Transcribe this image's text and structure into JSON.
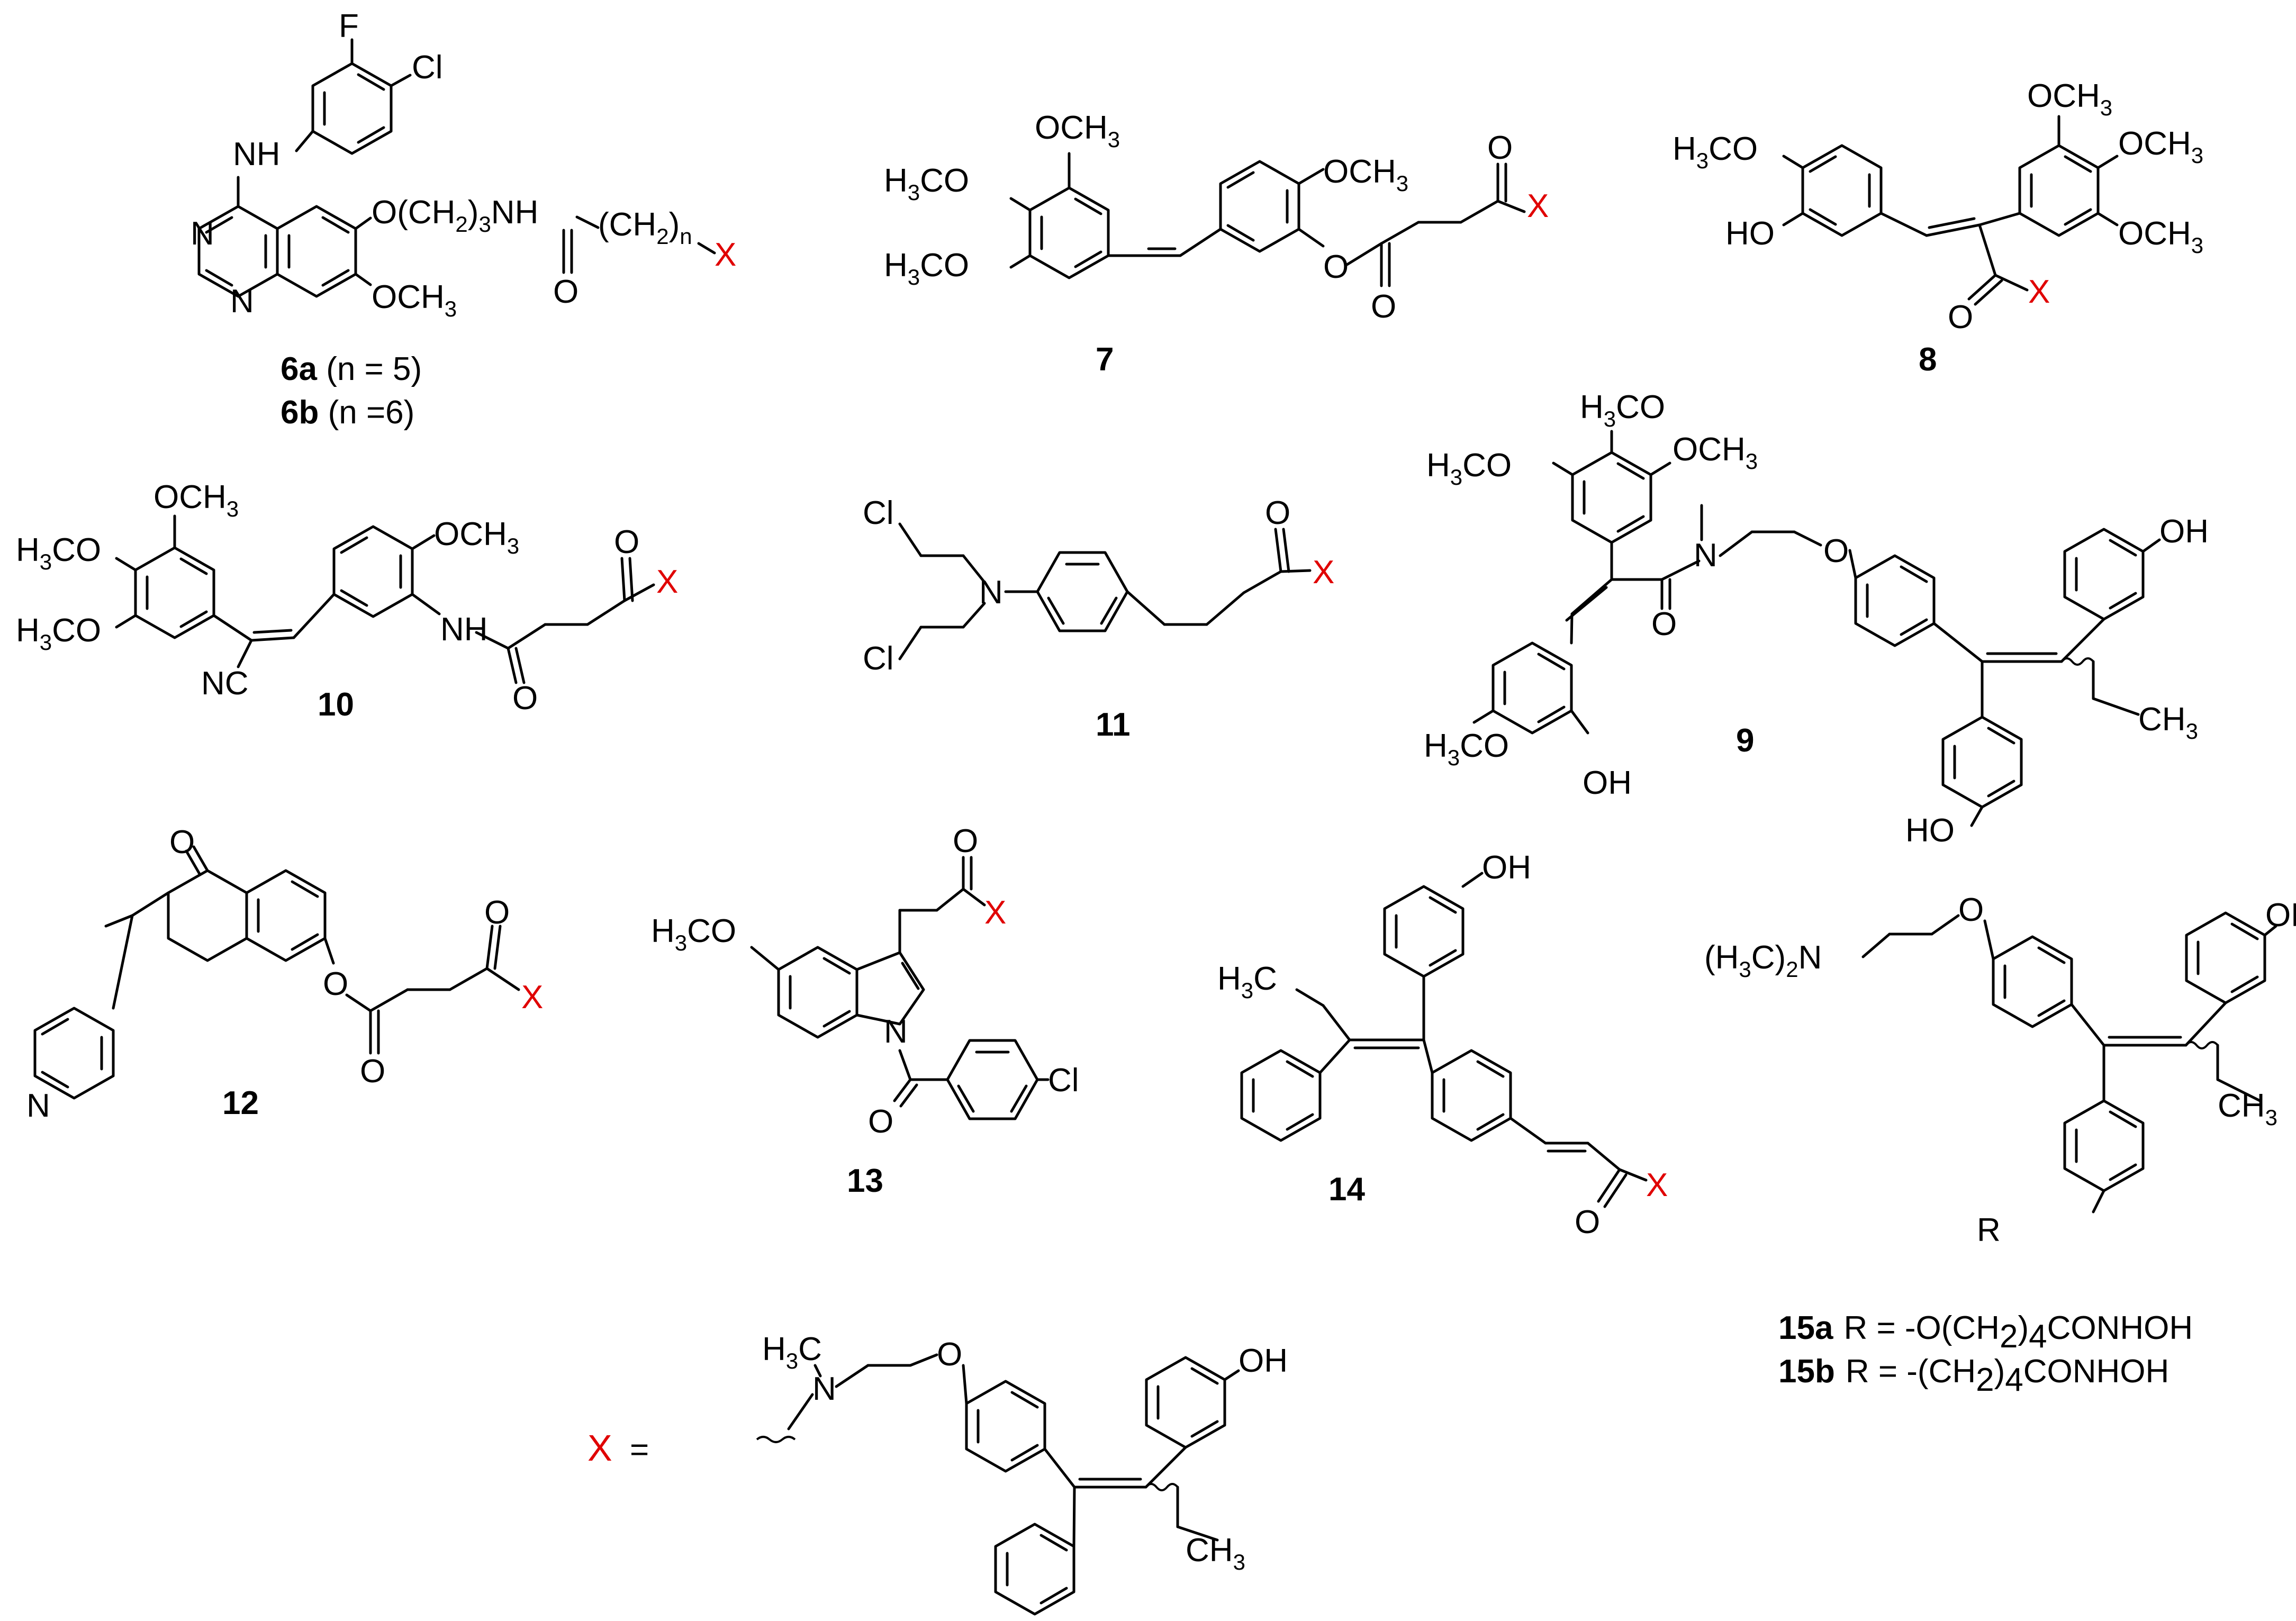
{
  "colors": {
    "substituent_x": "#e00000",
    "ink": "#000000",
    "background": "#ffffff"
  },
  "atoms": {
    "F": "F",
    "Cl": "Cl",
    "NH": "NH",
    "N": "N",
    "H": "H",
    "O": "O",
    "OH": "OH",
    "HO": "HO",
    "NC": "NC",
    "R": "R",
    "X": "X",
    "CH": "CH",
    "H3C": "H",
    "C": "C",
    "OCH3_a": "OCH",
    "H3CO_a": "H",
    "CO": "CO",
    "n": "n",
    "sub3": "3",
    "sub2": "2",
    "sub4": "4"
  },
  "compound_6": {
    "chain": "O(CH",
    "chain_b": ")",
    "chain_c": "NH",
    "chain2": "(CH",
    "chain2_b": ")",
    "label_a": "6a",
    "note_a": " (n = 5)",
    "label_b": "6b",
    "note_b": " (n =6)"
  },
  "labels": {
    "c7": "7",
    "c8": "8",
    "c9": "9",
    "c10": "10",
    "c11": "11",
    "c12": "12",
    "c13": "13",
    "c14": "14"
  },
  "compound_15": {
    "amine": "(H",
    "amine_b": "C)",
    "amine_c": "N",
    "label_a": "15a",
    "def_a_1": "R = -O(CH",
    "def_a_2": ")",
    "def_a_3": "CONHOH",
    "label_b": "15b",
    "def_b_1": "R = -(CH",
    "def_b_2": ")",
    "def_b_3": "CONHOH"
  },
  "legend": {
    "x": "X",
    "equals": "="
  }
}
